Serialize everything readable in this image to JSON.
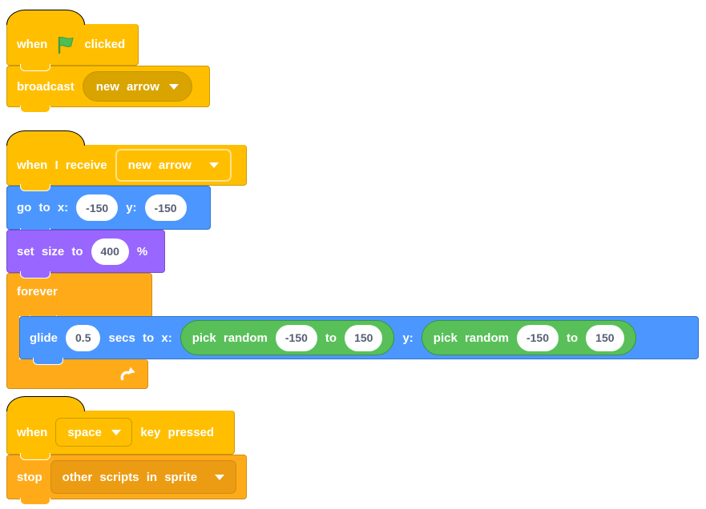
{
  "app": "scratch-block-workspace",
  "colors": {
    "events": "#FFBF00",
    "events_border": "#CC9900",
    "events_field": "#D9A400",
    "control": "#FFAB19",
    "control_border": "#CF8B17",
    "control_field": "#EC9C13",
    "motion": "#4C97FF",
    "motion_border": "#3373CC",
    "looks": "#9966FF",
    "looks_border": "#774DCB",
    "operators": "#59C059",
    "operators_border": "#389438",
    "input_text": "#575E75",
    "flag_green": "#4CBF56"
  },
  "script_flag": {
    "hat": {
      "word_before": "when",
      "flag_icon": "green-flag",
      "word_after": "clicked"
    },
    "broadcast": {
      "label": "broadcast",
      "dropdown_value": "new arrow"
    }
  },
  "script_receive": {
    "hat": {
      "label": "when I receive",
      "dropdown_value": "new arrow"
    },
    "goto": {
      "label": "go to x:",
      "x_value": "-150",
      "y_label": "y:",
      "y_value": "-150"
    },
    "set_size": {
      "label": "set size to",
      "value": "400",
      "suffix": "%"
    },
    "forever": {
      "label": "forever",
      "loop_icon": "loop-arrow"
    },
    "glide": {
      "label": "glide",
      "secs_value": "0.5",
      "mid_label": "secs to x:",
      "y_label": "y:"
    },
    "pick_random_x": {
      "label": "pick random",
      "from": "-150",
      "to_label": "to",
      "to": "150"
    },
    "pick_random_y": {
      "label": "pick random",
      "from": "-150",
      "to_label": "to",
      "to": "150"
    }
  },
  "script_stop": {
    "hat": {
      "prefix": "when",
      "dropdown_value": "space",
      "suffix": "key pressed"
    },
    "stop": {
      "label": "stop",
      "dropdown_value": "other scripts in sprite"
    }
  }
}
